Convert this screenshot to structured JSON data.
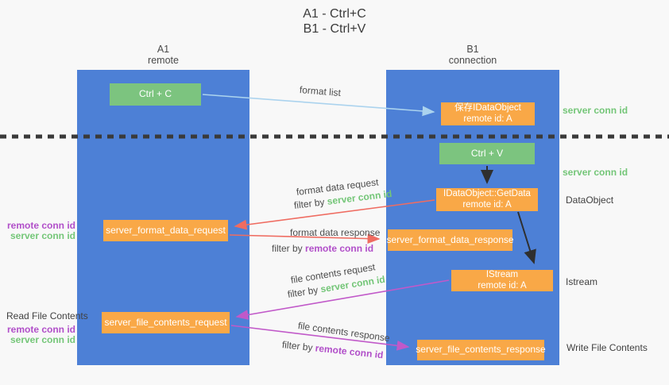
{
  "title": {
    "line1": "A1 - Ctrl+C",
    "line2": "B1 - Ctrl+V"
  },
  "lifelines": {
    "a1": {
      "name": "A1",
      "subtitle": "remote"
    },
    "b1": {
      "name": "B1",
      "subtitle": "connection"
    }
  },
  "nodes": {
    "ctrl_c": {
      "label": "Ctrl + C"
    },
    "ctrl_v": {
      "label": "Ctrl + V"
    },
    "save_idataobject": {
      "line1": "保存IDataObject",
      "line2": "remote id: A"
    },
    "getdata": {
      "line1": "IDataObject::GetData",
      "line2": "remote id: A"
    },
    "istream": {
      "line1": "IStream",
      "line2": "remote id: A"
    },
    "server_format_data_request": {
      "label": "server_format_data_request"
    },
    "server_format_data_response": {
      "label": "server_format_data_response"
    },
    "server_file_contents_request": {
      "label": "server_file_contents_request"
    },
    "server_file_contents_response": {
      "label": "server_file_contents_response"
    }
  },
  "arrow_labels": {
    "format_list": "format list",
    "format_data_request": "format data request",
    "format_data_response": "format data response",
    "file_contents_request": "file contents request",
    "file_contents_response": "file contents response",
    "filter_by": "filter by",
    "server_conn_id": "server conn id",
    "remote_conn_id": "remote conn id"
  },
  "side_labels": {
    "server_conn_id": "server conn id",
    "remote_conn_id": "remote conn id",
    "dataobject": "DataObject",
    "istream": "Istream",
    "read_file_contents": "Read File Contents",
    "write_file_contents": "Write File Contents"
  },
  "colors": {
    "lifeline_blue": "#4d80d6",
    "key_green": "#7cc47f",
    "message_orange": "#f9a847",
    "arrow_light_blue": "#abd3ee",
    "arrow_red": "#ef6c61",
    "arrow_magenta": "#c159c9",
    "arrow_black": "#2f2f2f",
    "server_conn_id_green": "#74c678",
    "remote_conn_id_purple": "#b14fc9",
    "background": "#f8f8f8"
  }
}
